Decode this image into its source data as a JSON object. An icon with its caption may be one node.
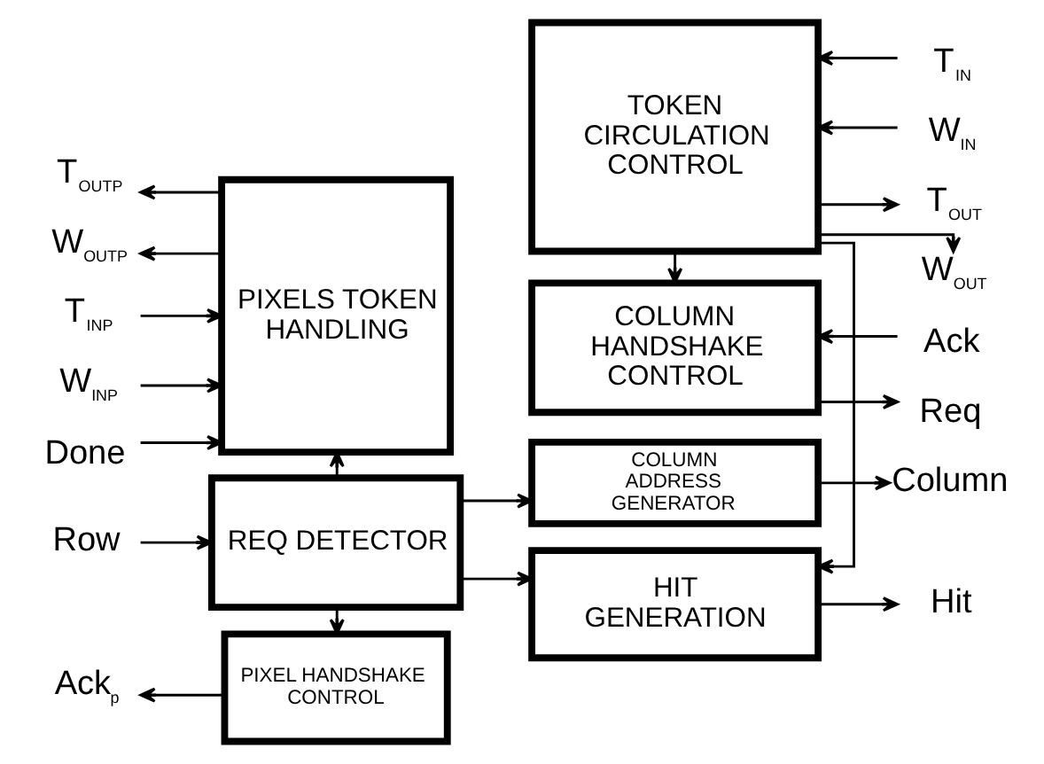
{
  "diagram": {
    "nodes": [
      {
        "text": [
          "PIXELS TOKEN HANDLING"
        ]
      },
      {
        "text": [
          "REQ DETECTOR"
        ]
      },
      {
        "text": [
          "PIXEL HANDSHAKE CONTROL"
        ]
      },
      {
        "text": [
          "COLUMN ADDRESS GENERATOR"
        ]
      },
      {
        "text": [
          "HIT GENERATION"
        ]
      },
      {
        "text": [
          "TOKEN CIRCULATION CONTROL"
        ]
      },
      {
        "text": [
          "COLUMN HANDSHAKE CONTROL"
        ]
      },
      {
        "text": [
          "T$_{INP}$"
        ]
      },
      {
        "text": [
          "W$_{INP}$"
        ]
      },
      {
        "text": [
          "T$_{OUTP}$"
        ]
      },
      {
        "text": [
          "W$_{OUTP}$"
        ]
      },
      {
        "text": [
          "Done"
        ]
      },
      {
        "text": [
          "Row"
        ]
      },
      {
        "text": [
          "Ack$_{p}$"
        ]
      },
      {
        "text": [
          "Column"
        ]
      },
      {
        "text": [
          "Hit"
        ]
      },
      {
        "text": [
          "T$_{IN}$"
        ]
      },
      {
        "text": [
          "W$_{IN}$"
        ]
      },
      {
        "text": [
          "T$_{OUT}$"
        ]
      },
      {
        "text": [
          "W$_{OUT}$"
        ]
      },
      {
        "text": [
          "Ack"
        ]
      },
      {
        "text": [
          "Req"
        ]
      }
    ],
    "edges": [
      {
        "from": 7,
        "to": 0,
        "arrow": "to"
      },
      {
        "from": 8,
        "to": 0,
        "arrow": "to"
      },
      {
        "from": 0,
        "to": 9,
        "arrow": "to"
      },
      {
        "from": 0,
        "to": 10,
        "arrow": "to"
      },
      {
        "from": 11,
        "to": 0,
        "arrow": "to"
      },
      {
        "from": 1,
        "to": 0,
        "arrow": "to"
      },
      {
        "from": 12,
        "to": 1,
        "arrow": "to"
      },
      {
        "from": 1,
        "to": 2,
        "arrow": "to"
      },
      {
        "from": 2,
        "to": 13,
        "arrow": "to"
      },
      {
        "from": 1,
        "to": 3,
        "arrow": "to"
      },
      {
        "from": 1,
        "to": 4,
        "arrow": "to"
      },
      {
        "from": 3,
        "to": 14,
        "arrow": "to"
      },
      {
        "from": 4,
        "to": 15,
        "arrow": "to"
      },
      {
        "from": 5,
        "to": 4,
        "arrow": "to"
      },
      {
        "from": 16,
        "to": 5,
        "arrow": "to"
      },
      {
        "from": 17,
        "to": 5,
        "arrow": "to"
      },
      {
        "from": 5,
        "to": 18,
        "arrow": "to"
      },
      {
        "from": 5,
        "to": 19,
        "arrow": "to"
      },
      {
        "from": 5,
        "to": 6,
        "arrow": "to"
      },
      {
        "from": 20,
        "to": 6,
        "arrow": "to"
      },
      {
        "from": 6,
        "to": 21,
        "arrow": "to"
      }
    ]
  }
}
